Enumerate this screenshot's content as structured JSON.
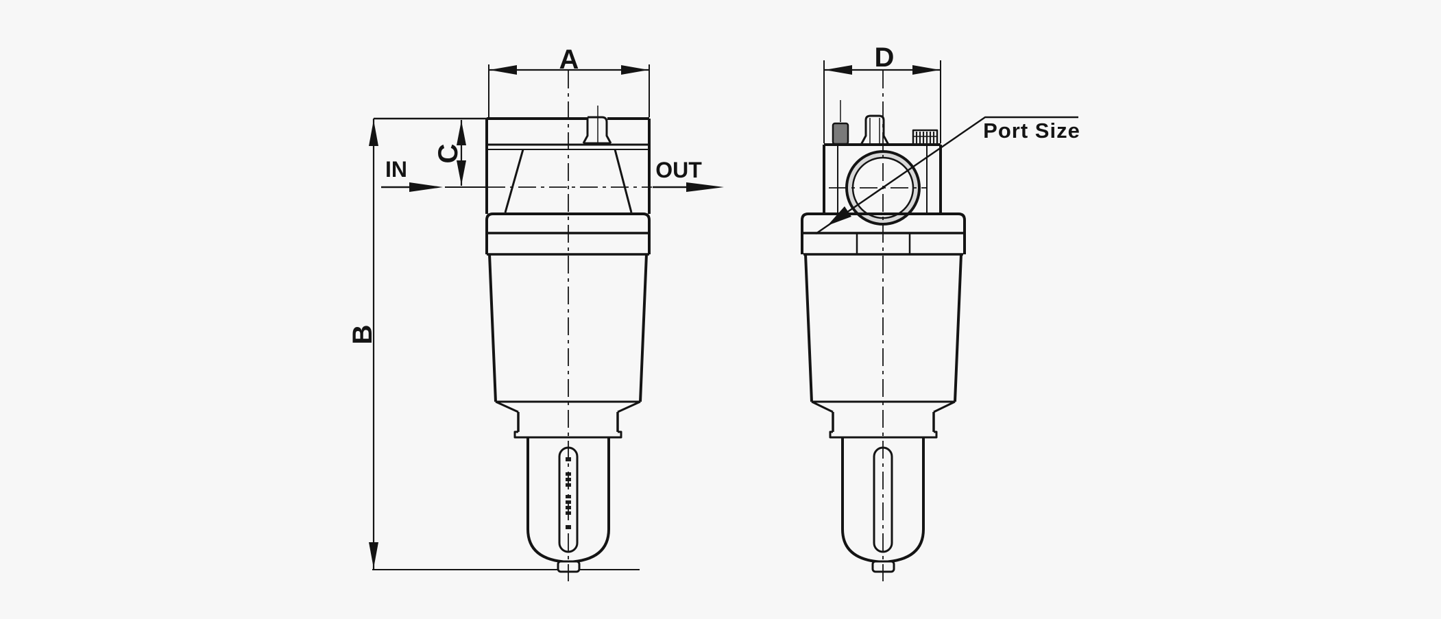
{
  "drawing": {
    "kind": "technical dimension diagram, two orthographic views of a filter unit",
    "labels": {
      "dim_a": "A",
      "dim_b": "B",
      "dim_c": "C",
      "dim_d": "D",
      "inlet": "IN",
      "outlet": "OUT",
      "port_size": "Port Size"
    },
    "colors": {
      "background": "#f7f7f7",
      "line": "#141414",
      "knob_fill": "#7a7a7a",
      "port_ring_fill": "#d8d8d8"
    }
  }
}
